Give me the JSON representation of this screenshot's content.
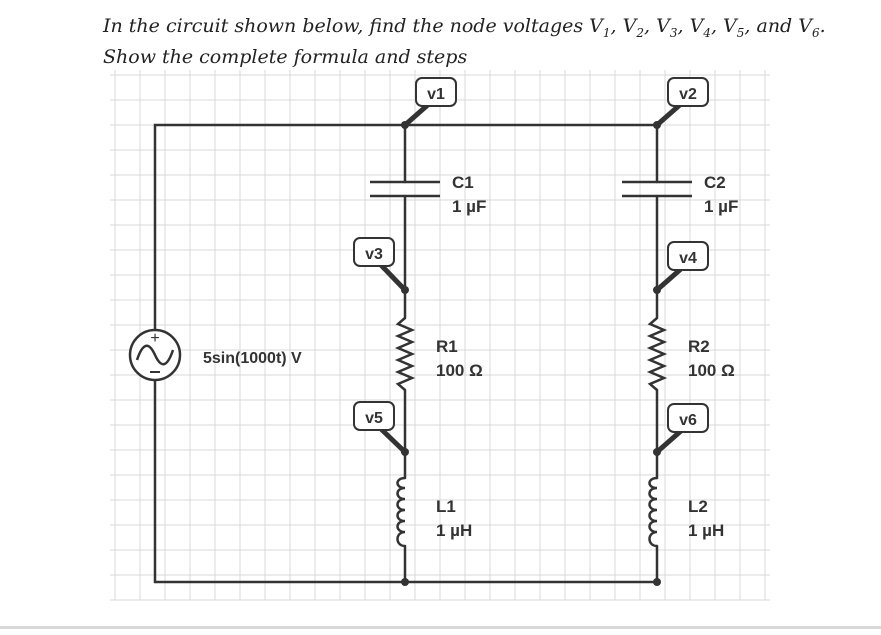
{
  "question": {
    "line1_prefix": "In the circuit shown below, find the node voltages ",
    "line1_and": ", and ",
    "line1_end": ".",
    "sep": ", ",
    "nodes": [
      "V",
      "V",
      "V",
      "V",
      "V",
      "V"
    ],
    "node_subs": [
      "1",
      "2",
      "3",
      "4",
      "5",
      "6"
    ],
    "line2": "Show the complete formula and steps"
  },
  "circuit": {
    "source": {
      "label": "5sin(1000t) V",
      "plus": "+"
    },
    "probes": {
      "v1": "v1",
      "v2": "v2",
      "v3": "v3",
      "v4": "v4",
      "v5": "v5",
      "v6": "v6"
    },
    "C1": {
      "name": "C1",
      "value": "1 µF"
    },
    "C2": {
      "name": "C2",
      "value": "1 µF"
    },
    "R1": {
      "name": "R1",
      "value": "100 Ω"
    },
    "R2": {
      "name": "R2",
      "value": "100 Ω"
    },
    "L1": {
      "name": "L1",
      "value": "1 µH"
    },
    "L2": {
      "name": "L2",
      "value": "1 µH"
    },
    "colors": {
      "wire": "#333333",
      "grid": "#d8d8d8",
      "probe": "#333333"
    }
  }
}
